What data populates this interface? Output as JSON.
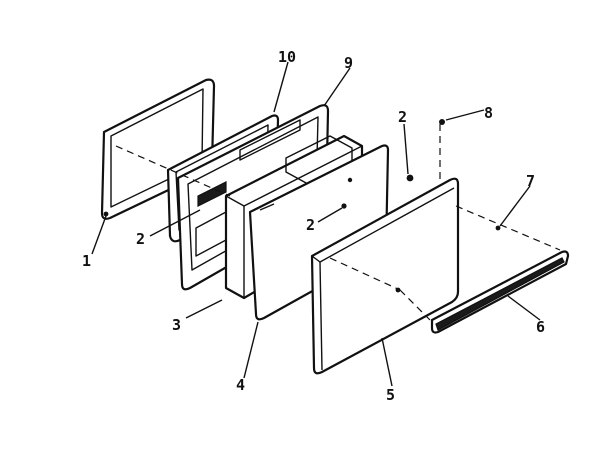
{
  "callouts": {
    "c1": "1",
    "c2a": "2",
    "c2b": "2",
    "c2c": "2",
    "c3": "3",
    "c4": "4",
    "c5": "5",
    "c6": "6",
    "c7": "7",
    "c8": "8",
    "c9": "9",
    "c10": "10"
  },
  "colors": {
    "ink": "#111111",
    "paper": "#ffffff"
  }
}
